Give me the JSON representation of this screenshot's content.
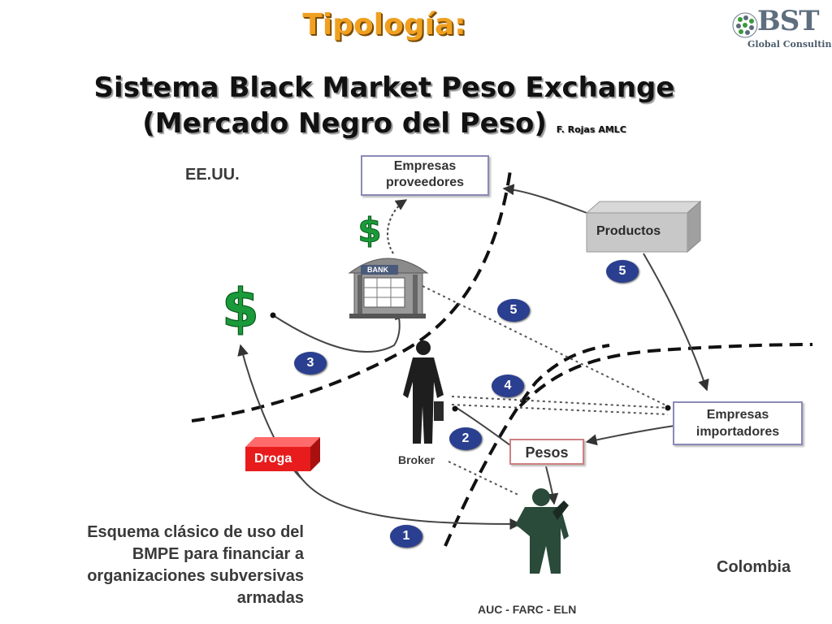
{
  "header": {
    "title": "Tipología:",
    "main_line1": "Sistema Black Market Peso Exchange",
    "main_line2": "(Mercado Negro del Peso)",
    "credit": "F. Rojas AMLC"
  },
  "logo": {
    "text": "BST",
    "subtitle": "Global Consulting"
  },
  "diagram": {
    "region_us": "EE.UU.",
    "region_colombia": "Colombia",
    "boxes": {
      "empresas_proveedores": [
        "Empresas",
        "proveedores"
      ],
      "empresas_importadores": [
        "Empresas",
        "importadores"
      ],
      "pesos": "Pesos",
      "productos": "Productos",
      "droga": "Droga"
    },
    "bank_sign": "BANK",
    "broker": "Broker",
    "groups": "AUC - FARC - ELN",
    "caption": [
      "Esquema clásico de uso del",
      "BMPE para financiar a",
      "organizaciones subversivas",
      "armadas"
    ],
    "steps": [
      "1",
      "2",
      "3",
      "4",
      "5",
      "5"
    ],
    "dollar_sign": "$"
  },
  "colors": {
    "title_orange": "#f0a020",
    "step_blue": "#2a3f8f",
    "droga_red": "#e81c1c",
    "dollar_green": "#1a9a3a",
    "dashed_border": "#111111"
  }
}
